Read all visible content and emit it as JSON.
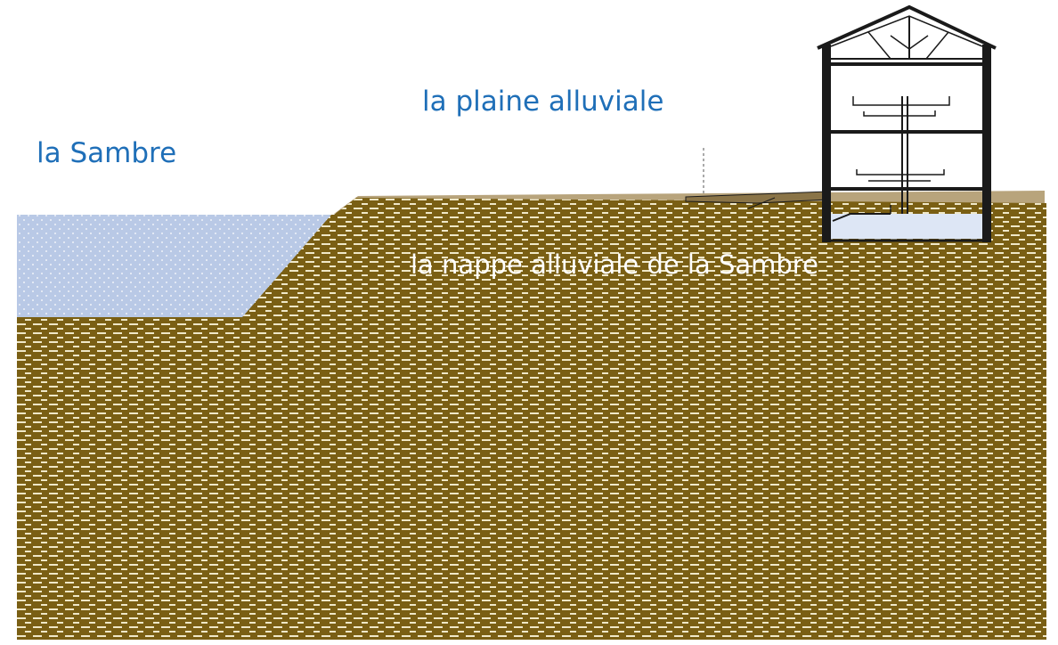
{
  "labels": {
    "river": "la Sambre",
    "floodplain": "la plaine alluviale",
    "aquifer": "la nappe alluviale de la Sambre"
  },
  "colors": {
    "label_blue": "#1f6fb8",
    "soil": "#7a5f14",
    "soil_dash": "#f0e8c8",
    "ground_surface": "#b8a47c",
    "river_water": "#b9c9e6",
    "water_dots": "#ffffff",
    "house_line": "#1a1a1a",
    "basement_water": "#dde6f5"
  },
  "icons": {
    "house": "house-cross-section-icon"
  }
}
